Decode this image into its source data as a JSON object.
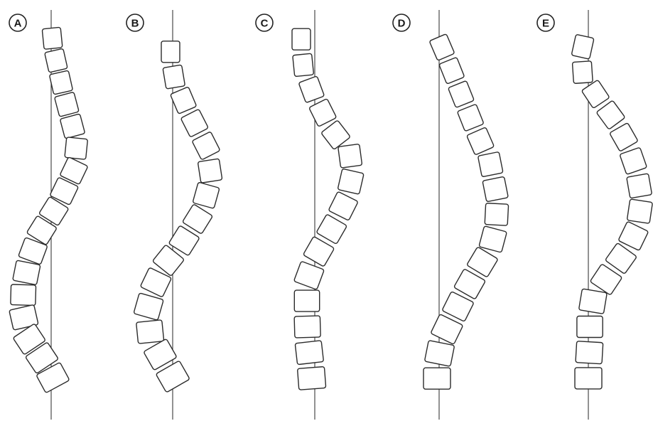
{
  "panels": [
    {
      "label": "A"
    },
    {
      "label": "B"
    },
    {
      "label": "C"
    },
    {
      "label": "D"
    },
    {
      "label": "E"
    }
  ],
  "colors": {
    "background": "#ffffff",
    "line": "#2b2b2b"
  }
}
